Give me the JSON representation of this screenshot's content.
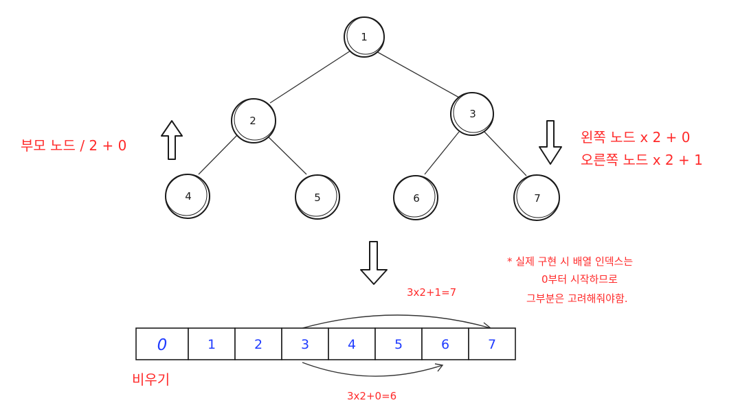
{
  "tree": {
    "nodes": [
      {
        "id": "1",
        "label": "1"
      },
      {
        "id": "2",
        "label": "2"
      },
      {
        "id": "3",
        "label": "3"
      },
      {
        "id": "4",
        "label": "4"
      },
      {
        "id": "5",
        "label": "5"
      },
      {
        "id": "6",
        "label": "6"
      },
      {
        "id": "7",
        "label": "7"
      }
    ],
    "edges": [
      {
        "from": "1",
        "to": "2"
      },
      {
        "from": "1",
        "to": "3"
      },
      {
        "from": "2",
        "to": "4"
      },
      {
        "from": "2",
        "to": "5"
      },
      {
        "from": "3",
        "to": "6"
      },
      {
        "from": "3",
        "to": "7"
      }
    ]
  },
  "annotations": {
    "parent_rule": "부모 노드 / 2 + 0",
    "left_child_rule": "왼쪽 노드 x 2 + 0",
    "right_child_rule": "오른쪽 노드 x 2 + 1",
    "note_line1": "* 실제 구현 시 배열 인덱스는",
    "note_line2": "0부터 시작하므로",
    "note_line3": "그부분은 고려해줘야함.",
    "empty_label": "비우기",
    "formula_top": "3x2+1=7",
    "formula_bottom": "3x2+0=6"
  },
  "array": {
    "empty_cell": "0",
    "cells": [
      "1",
      "2",
      "3",
      "4",
      "5",
      "6",
      "7"
    ]
  },
  "colors": {
    "annotation": "#ff2a2a",
    "array_text": "#1f3bff",
    "ink": "#1a1a1a"
  }
}
